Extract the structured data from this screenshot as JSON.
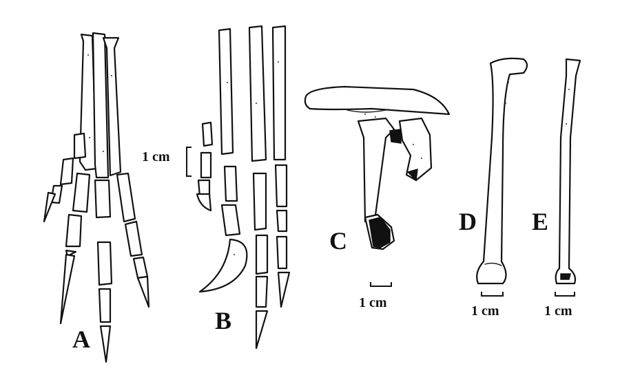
{
  "panels": [
    {
      "id": "A",
      "label": "A"
    },
    {
      "id": "B",
      "label": "B"
    },
    {
      "id": "C",
      "label": "C"
    },
    {
      "id": "D",
      "label": "D"
    },
    {
      "id": "E",
      "label": "E"
    }
  ],
  "scale_bars": {
    "b": "1 cm",
    "c": "1 cm",
    "d": "1 cm",
    "e": "1 cm"
  },
  "colors": {
    "ink": "#111111",
    "paper": "#ffffff"
  }
}
